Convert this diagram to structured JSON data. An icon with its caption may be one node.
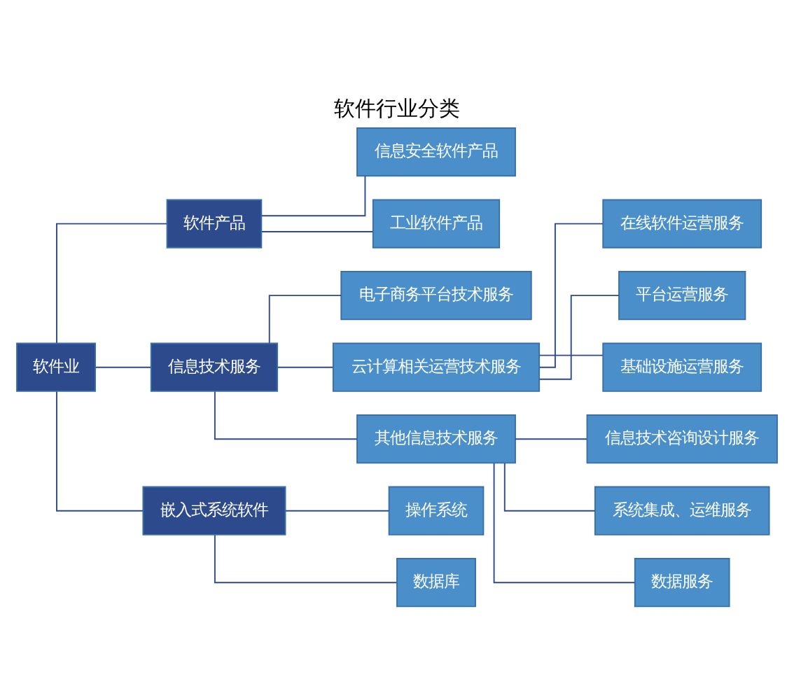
{
  "diagram": {
    "title": "软件行业分类",
    "nodes": [
      {
        "text": [
          "软件业"
        ]
      },
      {
        "text": [
          "软件产品"
        ]
      },
      {
        "text": [
          "信息技术服务"
        ]
      },
      {
        "text": [
          "嵌入式系统软件"
        ]
      },
      {
        "text": [
          "信息安全软件产品"
        ]
      },
      {
        "text": [
          "工业软件产品"
        ]
      },
      {
        "text": [
          "电子商务平台技术服务"
        ]
      },
      {
        "text": [
          "云计算相关运营技术服务"
        ]
      },
      {
        "text": [
          "其他信息技术服务"
        ]
      },
      {
        "text": [
          "操作系统"
        ]
      },
      {
        "text": [
          "数据库"
        ]
      },
      {
        "text": [
          "在线软件运营服务"
        ]
      },
      {
        "text": [
          "平台运营服务"
        ]
      },
      {
        "text": [
          "基础设施运营服务"
        ]
      },
      {
        "text": [
          "信息技术咨询设计服务"
        ]
      },
      {
        "text": [
          "系统集成、运维服务"
        ]
      },
      {
        "text": [
          "数据服务"
        ]
      }
    ],
    "edges": [
      {
        "from": 0,
        "to": 1,
        "arrow": "none"
      },
      {
        "from": 0,
        "to": 2,
        "arrow": "none"
      },
      {
        "from": 0,
        "to": 3,
        "arrow": "none"
      },
      {
        "from": 1,
        "to": 4,
        "arrow": "none"
      },
      {
        "from": 1,
        "to": 5,
        "arrow": "none"
      },
      {
        "from": 2,
        "to": 6,
        "arrow": "none"
      },
      {
        "from": 2,
        "to": 7,
        "arrow": "none"
      },
      {
        "from": 2,
        "to": 8,
        "arrow": "none"
      },
      {
        "from": 3,
        "to": 9,
        "arrow": "none"
      },
      {
        "from": 3,
        "to": 10,
        "arrow": "none"
      },
      {
        "from": 7,
        "to": 11,
        "arrow": "none"
      },
      {
        "from": 7,
        "to": 12,
        "arrow": "none"
      },
      {
        "from": 7,
        "to": 13,
        "arrow": "none"
      },
      {
        "from": 8,
        "to": 14,
        "arrow": "none"
      },
      {
        "from": 8,
        "to": 15,
        "arrow": "none"
      },
      {
        "from": 8,
        "to": 16,
        "arrow": "none"
      }
    ]
  }
}
